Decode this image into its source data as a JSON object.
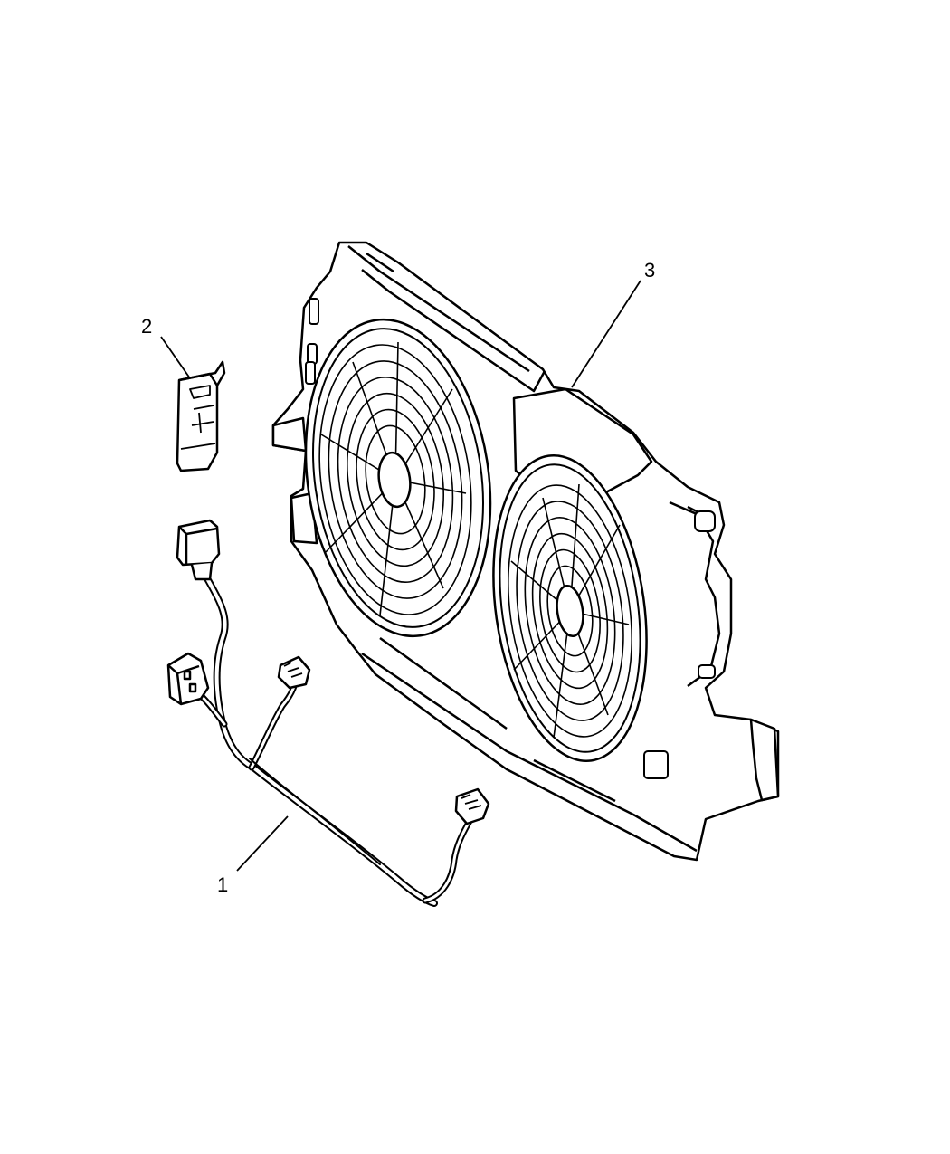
{
  "callouts": {
    "one": "1",
    "two": "2",
    "three": "3"
  },
  "colors": {
    "stroke": "#000000",
    "paper": "#ffffff",
    "shade": "#e6e6e6"
  }
}
